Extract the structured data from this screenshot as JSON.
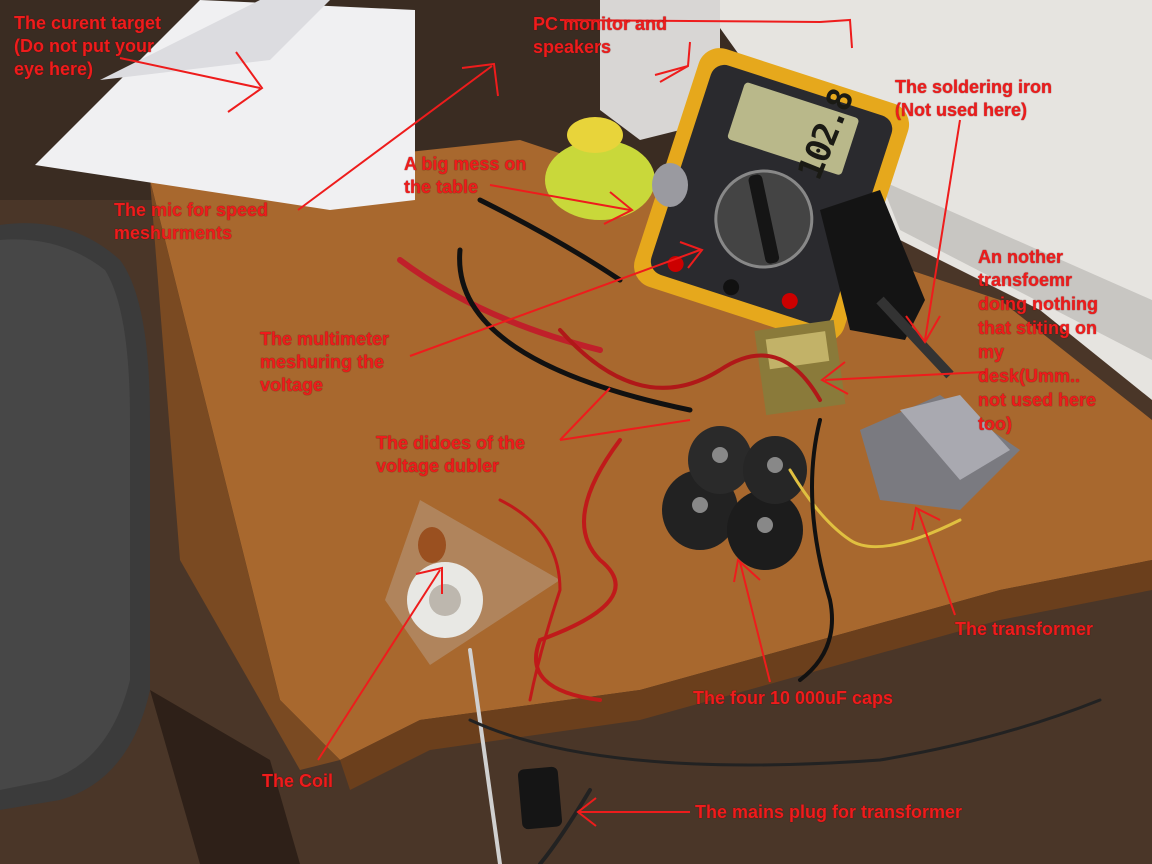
{
  "multimeter": {
    "reading": "102.8"
  },
  "annotations": {
    "target_1": "The curent target",
    "target_2": "(Do not put your",
    "target_3": "eye here)",
    "monitor_1": "PC monitor and",
    "monitor_2": "speakers",
    "iron_1": "The soldering iron",
    "iron_2": "(Not used here)",
    "mess_1": "A big mess on",
    "mess_2": "the table",
    "mic_1": "The mic for speed",
    "mic_2": "meshurments",
    "other_tr_1": "An nother",
    "other_tr_2": "transfoemr",
    "other_tr_3": "doing nothing",
    "other_tr_4": "that stiting on",
    "other_tr_5": "my",
    "other_tr_6": "desk(Umm..",
    "other_tr_7": "not used here",
    "other_tr_8": "too)",
    "multimeter_1": "The multimeter",
    "multimeter_2": "meshuring the",
    "multimeter_3": "voltage",
    "diodes_1": "The didoes of the",
    "diodes_2": "voltage dubler",
    "transformer": "The transformer",
    "caps": "The four 10 000uF caps",
    "coil": "The Coil",
    "plug": "The mains plug for transformer"
  },
  "colors": {
    "annotation": "#ee1c1c",
    "desk": "#a8682e",
    "floor": "#5a4030"
  }
}
